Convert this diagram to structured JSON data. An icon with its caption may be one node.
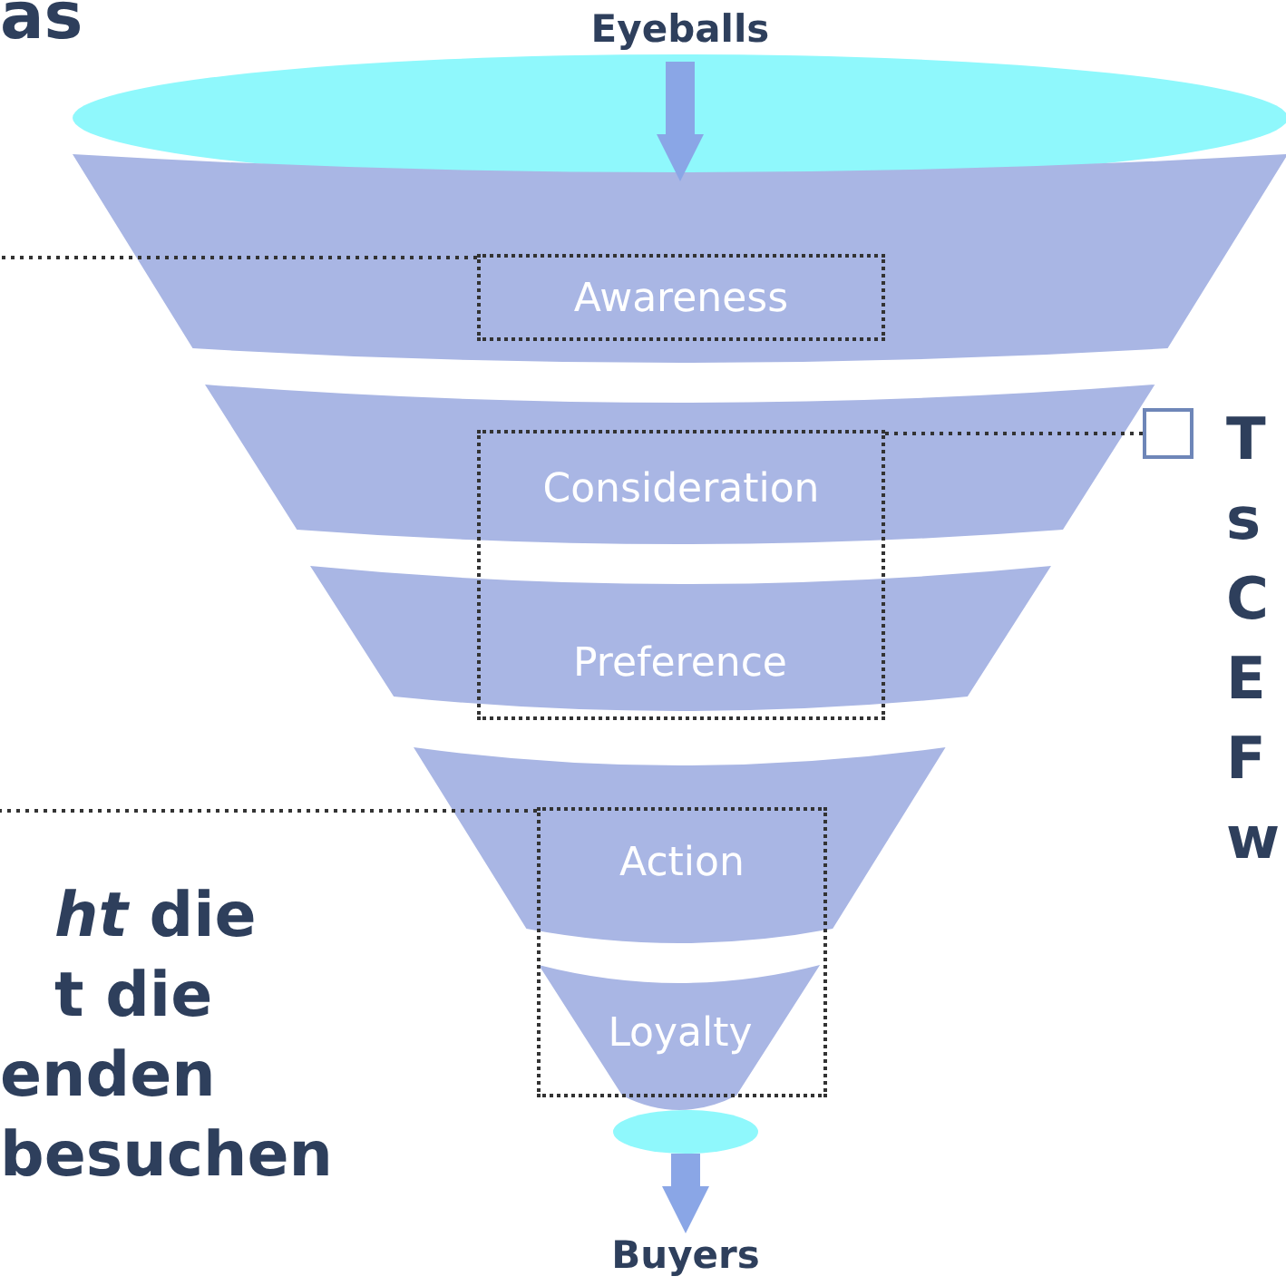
{
  "diagram": {
    "nodes": [
      {
        "text": [
          "Eyeballs"
        ]
      },
      {
        "text": [],
        "shape": "ellipse"
      },
      {
        "text": [],
        "shape": "band"
      },
      {
        "text": [
          "Awareness"
        ],
        "in": 2
      },
      {
        "text": [],
        "shape": "band"
      },
      {
        "text": [
          "Consideration"
        ]
      },
      {
        "text": [
          "Preference"
        ]
      },
      {
        "text": [],
        "shape": "band"
      },
      {
        "text": [
          "Action"
        ]
      },
      {
        "text": [
          "Loyalty"
        ]
      },
      {
        "text": [],
        "shape": "ellipse"
      },
      {
        "text": [
          "Buyers"
        ]
      },
      {
        "text": [],
        "shape": "box"
      }
    ],
    "edges": [
      {
        "from": 0,
        "to": 1,
        "arrow": "to",
        "style": "thick",
        "color": "#8aa6e6"
      },
      {
        "from": 10,
        "to": 11,
        "arrow": "to",
        "style": "thick",
        "color": "#8aa6e6"
      },
      {
        "from": 3,
        "to": null,
        "arrow": "none",
        "style": "dashed"
      },
      {
        "from": 5,
        "to": 12,
        "arrow": "none",
        "style": "dashed"
      },
      {
        "from": 8,
        "to": null,
        "arrow": "none",
        "style": "dashed"
      }
    ],
    "labels": [
      "as",
      "T",
      "s",
      "C",
      "E",
      "F",
      "w",
      "*ht* die",
      "t die",
      "enden",
      "besuchen"
    ]
  }
}
